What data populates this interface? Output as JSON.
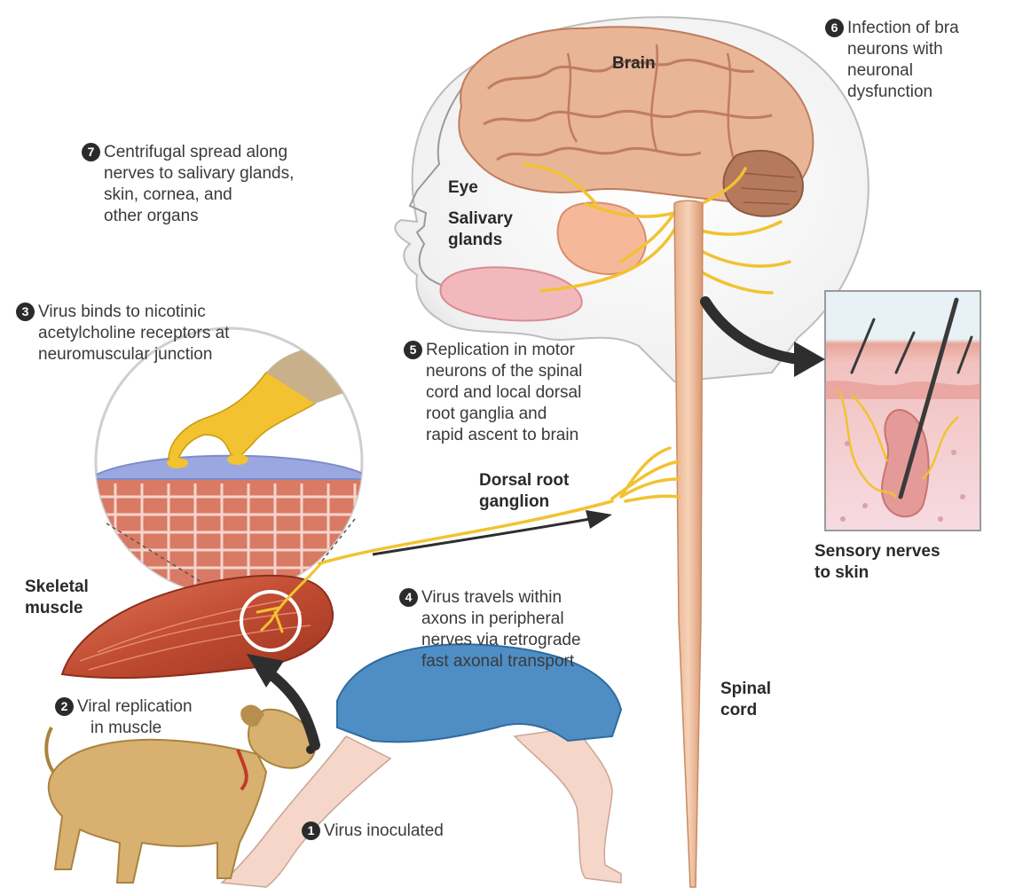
{
  "labels": {
    "brain": "Brain",
    "eye": "Eye",
    "salivary_glands": [
      "Salivary",
      "glands"
    ],
    "skeletal_muscle": [
      "Skeletal",
      "muscle"
    ],
    "dorsal_root_ganglion": [
      "Dorsal root",
      "ganglion"
    ],
    "sensory_nerves": [
      "Sensory nerves",
      "to skin"
    ],
    "spinal_cord": [
      "Spinal",
      "cord"
    ]
  },
  "steps": [
    {
      "number": "1",
      "lines": [
        "Virus inoculated"
      ]
    },
    {
      "number": "2",
      "lines": [
        "Viral replication",
        "in muscle"
      ]
    },
    {
      "number": "3",
      "lines": [
        "Virus binds to nicotinic",
        "acetylcholine receptors at",
        "neuromuscular junction"
      ]
    },
    {
      "number": "4",
      "lines": [
        "Virus travels within",
        "axons in peripheral",
        "nerves via retrograde",
        "fast axonal transport"
      ]
    },
    {
      "number": "5",
      "lines": [
        "Replication in motor",
        "neurons of the spinal",
        "cord and local dorsal",
        "root ganglia and",
        "rapid ascent to brain"
      ]
    },
    {
      "number": "6",
      "lines": [
        "Infection of bra",
        "neurons with",
        "neuronal",
        "dysfunction"
      ]
    },
    {
      "number": "7",
      "lines": [
        "Centrifugal spread along",
        "nerves to salivary glands,",
        "skin, cornea, and",
        "other organs"
      ]
    }
  ],
  "colors": {
    "nerve": "#f2c230",
    "brain": "#e9b294",
    "muscle": "#c8543a",
    "skin_tone": "#f6d6c8",
    "dog": "#d8b070",
    "shorts": "#4f8ec5",
    "arrow": "#2e2e2e"
  }
}
